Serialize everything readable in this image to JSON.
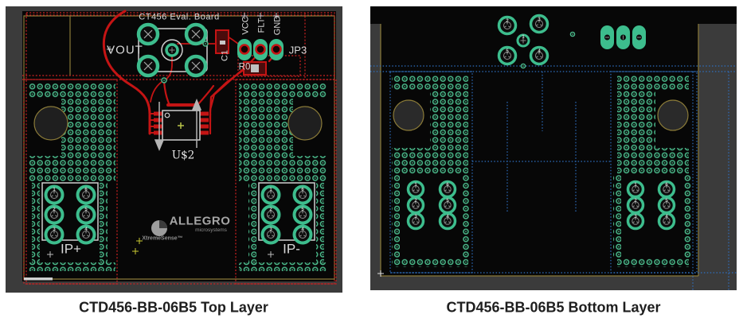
{
  "colors": {
    "page_bg": "#ffffff",
    "board_black": "#070707",
    "frame_gray": "#3b3b3b",
    "via_green": "#4ab98a",
    "pad_green": "#3dbd8d",
    "trace_red": "#c41414",
    "dotted_red": "#cc2222",
    "dotted_blue": "#2e6fc0",
    "outline_olive": "#8a7a38",
    "silk_white": "#d8d8d8",
    "caption_dark": "#1e1e1e"
  },
  "top_panel": {
    "caption": "CTD456-BB-06B5 Top Layer",
    "board_title": "CT456 Eval. Board",
    "labels": {
      "vout": "VOUT",
      "jp3": "JP3",
      "c1": "C1",
      "r0": "R0",
      "u2": "U$2",
      "ip_plus": "IP+",
      "ip_minus": "IP-"
    },
    "jp3_pin_names": [
      "VCC",
      "FLT",
      "GND"
    ],
    "logo": {
      "brand": "ALLEGRO",
      "subbrand": "microsystems",
      "tagline": "XtremeSense™"
    },
    "ip_plus_pins": {
      "left": [
        "1",
        "2",
        "3"
      ],
      "right": [
        "6",
        "5",
        "4"
      ]
    },
    "ip_minus_pins": {
      "left": [
        "1",
        "2",
        "3"
      ],
      "right": [
        "6",
        "5",
        "4"
      ]
    }
  },
  "bottom_panel": {
    "caption": "CTD456-BB-06B5 Bottom Layer",
    "vout_cluster_pins": {
      "tl": "2",
      "tr": "3",
      "c": "1",
      "bl": "5",
      "br": "4"
    },
    "left_block_pins": {
      "left": [
        "1",
        "2",
        "3"
      ],
      "right": [
        "6",
        "5",
        "4"
      ]
    },
    "right_block_pins": {
      "left": [
        "1",
        "2",
        "3"
      ],
      "right": [
        "6",
        "5",
        "4"
      ]
    }
  }
}
